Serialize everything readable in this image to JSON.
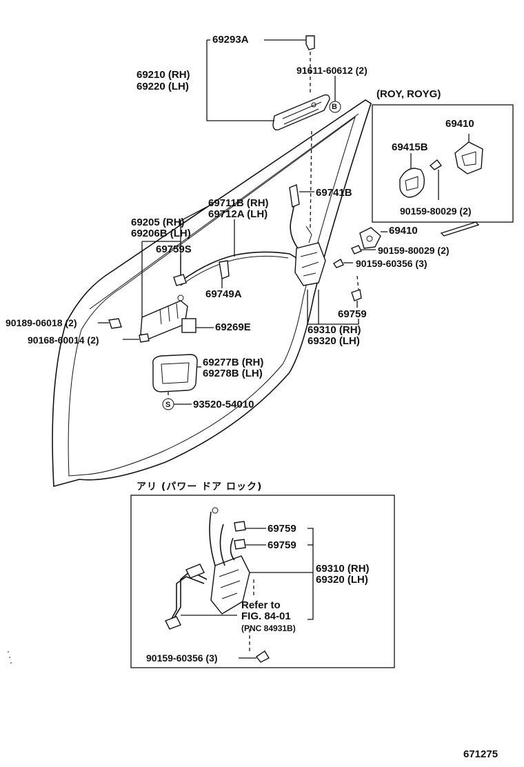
{
  "labels": {
    "p69293a": "69293A",
    "p69210": "69210 (RH)",
    "p69220": "69220 (LH)",
    "p91611": "91611-60612 (2)",
    "variant_title": "(ROY, ROYG)",
    "p69410_box": "69410",
    "p69415b": "69415B",
    "p90159_80029_box": "90159-80029 (2)",
    "p69741b": "69741B",
    "p69711b": "69711B (RH)",
    "p69712a": "69712A (LH)",
    "p69205": "69205   (RH)",
    "p69206b": "69206B (LH)",
    "p69759s": "69759S",
    "p69410": "69410",
    "p90159_80029": "90159-80029 (2)",
    "p90159_60356": "90159-60356 (3)",
    "p69749a": "69749A",
    "p69759": "69759",
    "p69310": "69310 (RH)",
    "p69320": "69320 (LH)",
    "p90189": "90189-06018 (2)",
    "p69269e": "69269E",
    "p90168": "90168-60014 (2)",
    "p69277b": "69277B (RH)",
    "p69278b": "69278B (LH)",
    "p93520": "93520-54010",
    "marker_b": "B",
    "marker_s": "S"
  },
  "inset": {
    "title": "アリ (パワー ドア ロック)",
    "p69759_a": "69759",
    "p69759_b": "69759",
    "p69310": "69310 (RH)",
    "p69320": "69320 (LH)",
    "refer_1": "Refer to",
    "refer_2": "FIG. 84-01",
    "refer_3": "(PNC 84931B)",
    "p90159_60356": "90159-60356 (3)"
  },
  "figure_number": "671275"
}
